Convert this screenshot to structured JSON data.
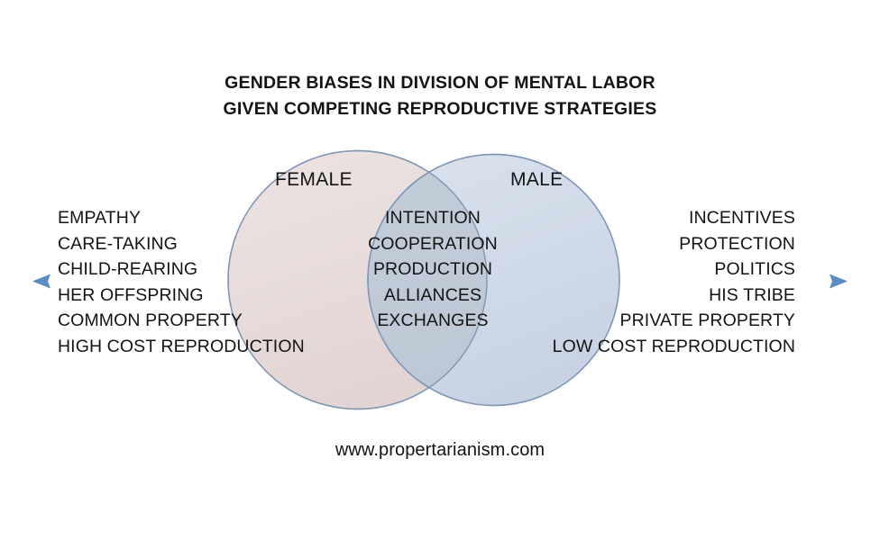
{
  "title": {
    "line1": "GENDER BIASES IN DIVISION OF MENTAL LABOR",
    "line2": "GIVEN COMPETING REPRODUCTIVE STRATEGIES"
  },
  "venn": {
    "left_circle": {
      "caption": "FEMALE",
      "fill_color": "#e7dcdb",
      "stroke_color": "#7f96b4",
      "items": [
        "EMPATHY",
        "CARE-TAKING",
        "CHILD-REARING",
        "HER OFFSPRING",
        "COMMON PROPERTY",
        "HIGH COST REPRODUCTION"
      ]
    },
    "right_circle": {
      "caption": "MALE",
      "fill_color": "#ccd6e5",
      "stroke_color": "#7f96b4",
      "items": [
        "INCENTIVES",
        "PROTECTION",
        "POLITICS",
        "HIS TRIBE",
        "PRIVATE PROPERTY",
        "LOW COST REPRODUCTION"
      ]
    },
    "overlap": {
      "fill_color": "#b9c2cf",
      "items": [
        "INTENTION",
        "COOPERATION",
        "PRODUCTION",
        "ALLIANCES",
        "EXCHANGES"
      ]
    }
  },
  "axis": {
    "name": "double-headed horizontal axis",
    "color": "#5b8cc4"
  },
  "footer": {
    "url": "www.propertarianism.com"
  }
}
